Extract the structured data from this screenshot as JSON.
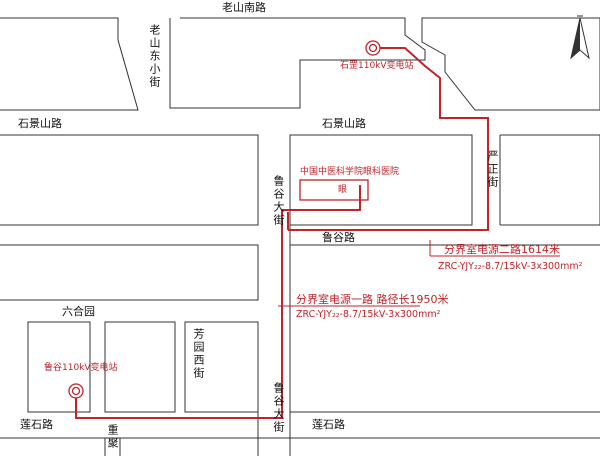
{
  "map": {
    "roads": {
      "laoshan_nan": "老山南路",
      "laoshan_dong_xiaojie": "老山东小街",
      "shijingshan_left": "石景山路",
      "shijingshan_right": "石景山路",
      "yanzheng": "严正街",
      "lugu_road": "鲁谷路",
      "lugu_street_top": "鲁谷大街",
      "lugu_street_bottom": "鲁谷大街",
      "liuhe": "六合园",
      "fangyuan": "芳园西街",
      "lianshi_left": "莲石路",
      "lianshi_right": "莲石路",
      "chongju": "重聚"
    },
    "substations": {
      "shigang": "石罡110kV变电站",
      "lugu": "鲁谷110kV变电站"
    },
    "hospital": "中国中医科学院眼科医院",
    "hospital_mark": "眼",
    "lines": {
      "line1_name": "分界室电源一路  路径长1950米",
      "line1_spec": "ZRC-YJY₂₂-8.7/15kV-3x300mm²",
      "line2_name": "分界室电源二路1614米",
      "line2_spec": "ZRC-YJY₂₂-8.7/15kV-3x300mm²"
    },
    "colors": {
      "route": "#c0232a",
      "road_edge": "#333333",
      "label_red": "#c0232a"
    },
    "compass_icon": "north-arrow-icon"
  }
}
